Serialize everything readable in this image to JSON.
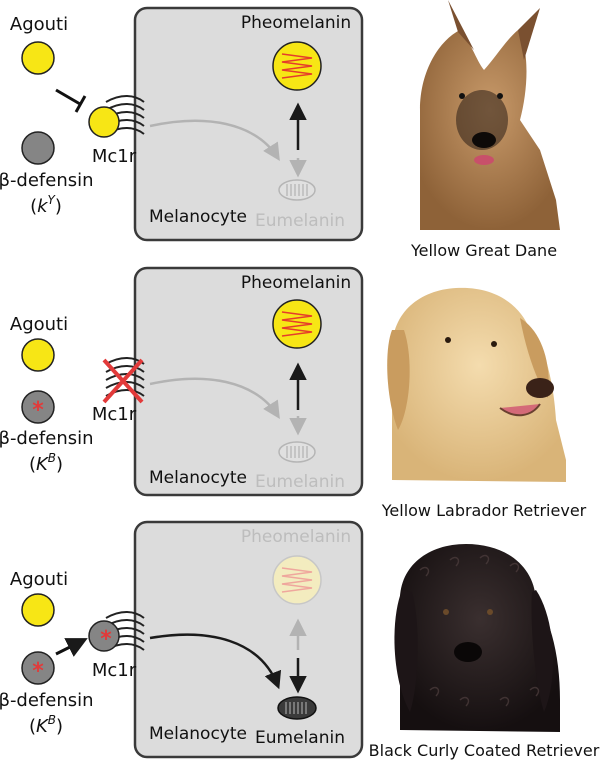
{
  "colors": {
    "cell_fill": "#dcdcdc",
    "cell_stroke": "#3a3a3a",
    "agouti_yellow": "#f7e615",
    "defensin_gray": "#858585",
    "pheomelanin_red": "#e53d2b",
    "eumelanin_dark": "#2b2b2b",
    "faded": "#bcbcbc",
    "mutation_red": "#e23a3a"
  },
  "panels": [
    {
      "agouti": "Agouti",
      "defensin": "β-defensin",
      "allele_base": "k",
      "allele_sup": "Y",
      "receptor": "Mc1r",
      "cell": "Melanocyte",
      "pheomelanin": "Pheomelanin",
      "eumelanin": "Eumelanin",
      "dog_label": "Yellow Great Dane",
      "dog_icon": "great-dane-photo"
    },
    {
      "agouti": "Agouti",
      "defensin": "β-defensin",
      "allele_base": "K",
      "allele_sup": "B",
      "receptor": "Mc1r",
      "cell": "Melanocyte",
      "pheomelanin": "Pheomelanin",
      "eumelanin": "Eumelanin",
      "dog_label": "Yellow Labrador Retriever",
      "dog_icon": "labrador-photo"
    },
    {
      "agouti": "Agouti",
      "defensin": "β-defensin",
      "allele_base": "K",
      "allele_sup": "B",
      "receptor": "Mc1r",
      "cell": "Melanocyte",
      "pheomelanin": "Pheomelanin",
      "eumelanin": "Eumelanin",
      "dog_label": "Black Curly Coated Retriever",
      "dog_icon": "curly-coated-retriever-photo"
    }
  ]
}
